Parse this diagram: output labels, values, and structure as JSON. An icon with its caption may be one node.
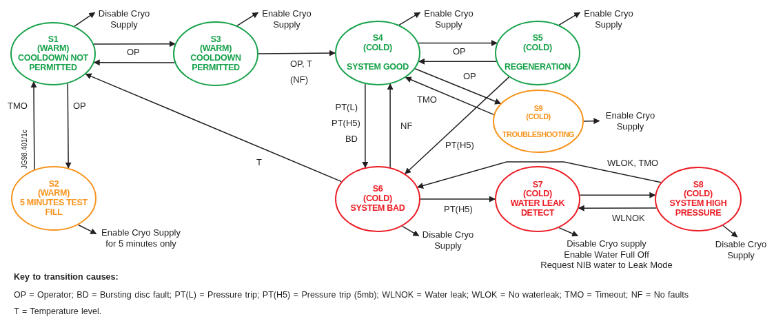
{
  "diagram": {
    "nodes": [
      {
        "text": [
          "S1",
          "(WARM)",
          "COOLDOWN NOT PERMITTED"
        ]
      },
      {
        "text": [
          "S3",
          "(WARM)",
          "COOLDOWN PERMITTED"
        ]
      },
      {
        "text": [
          "S4",
          "(COLD)",
          "SYSTEM GOOD"
        ]
      },
      {
        "text": [
          "S5",
          "(COLD)",
          "REGENERATION"
        ]
      },
      {
        "text": [
          "S9",
          "(COLD)",
          "TROUBLESHOOTING"
        ]
      },
      {
        "text": [
          "S2",
          "(WARM)",
          "5 MINUTES TEST FILL"
        ]
      },
      {
        "text": [
          "S6",
          "(COLD)",
          "SYSTEM BAD"
        ]
      },
      {
        "text": [
          "S7",
          "(COLD)",
          "WATER LEAK DETECT"
        ]
      },
      {
        "text": [
          "S8",
          "(COLD)",
          "SYSTEM HIGH PRESSURE"
        ]
      },
      {
        "text": [
          "Disable Cryo Supply"
        ]
      },
      {
        "text": [
          "Enable Cryo Supply"
        ]
      },
      {
        "text": [
          "Enable Cryo Supply"
        ]
      },
      {
        "text": [
          "Enable Cryo Supply"
        ]
      },
      {
        "text": [
          "Enable Cryo Supply"
        ]
      },
      {
        "text": [
          "Enable Cryo Supply for 5 minutes only"
        ]
      },
      {
        "text": [
          "Disable Cryo Supply"
        ]
      },
      {
        "text": [
          "Disable Cryo supply",
          "Enable Water Full Off",
          "Request NIB water to Leak Mode"
        ]
      },
      {
        "text": [
          "Disable Cryo Supply"
        ]
      }
    ],
    "edges": [
      {
        "from": 0,
        "to": 1,
        "arrow": "to"
      },
      {
        "from": 1,
        "to": 0,
        "arrow": "to",
        "label": "OP"
      },
      {
        "from": 1,
        "to": 2,
        "arrow": "to",
        "label": "OP, T (NF)"
      },
      {
        "from": 2,
        "to": 3,
        "arrow": "to"
      },
      {
        "from": 3,
        "to": 2,
        "arrow": "to",
        "label": "OP"
      },
      {
        "from": 2,
        "to": 4,
        "arrow": "to",
        "label": "OP"
      },
      {
        "from": 4,
        "to": 2,
        "arrow": "to",
        "label": "TMO"
      },
      {
        "from": 2,
        "to": 6,
        "arrow": "to",
        "label": "PT(L) PT(H5) BD"
      },
      {
        "from": 6,
        "to": 2,
        "arrow": "to",
        "label": "NF"
      },
      {
        "from": 3,
        "to": 6,
        "arrow": "to",
        "label": "PT(H5)"
      },
      {
        "from": 6,
        "to": 0,
        "arrow": "to",
        "label": "T"
      },
      {
        "from": 0,
        "to": 5,
        "arrow": "to",
        "label": "OP"
      },
      {
        "from": 5,
        "to": 0,
        "arrow": "to",
        "label": "TMO"
      },
      {
        "from": 6,
        "to": 7,
        "arrow": "to",
        "label": "PT(H5)"
      },
      {
        "from": 7,
        "to": 8,
        "arrow": "to"
      },
      {
        "from": 8,
        "to": 7,
        "arrow": "to",
        "label": "WLNOK"
      },
      {
        "from": 8,
        "to": 6,
        "arrow": "to",
        "label": "WLOK, TMO"
      },
      {
        "from": 0,
        "to": 9,
        "arrow": "to"
      },
      {
        "from": 1,
        "to": 10,
        "arrow": "to"
      },
      {
        "from": 2,
        "to": 11,
        "arrow": "to"
      },
      {
        "from": 3,
        "to": 12,
        "arrow": "to"
      },
      {
        "from": 4,
        "to": 13,
        "arrow": "to"
      },
      {
        "from": 5,
        "to": 14,
        "arrow": "to"
      },
      {
        "from": 6,
        "to": 15,
        "arrow": "to"
      },
      {
        "from": 7,
        "to": 16,
        "arrow": "to"
      },
      {
        "from": 8,
        "to": 17,
        "arrow": "to"
      }
    ],
    "labels": [
      "JG98.401/1c",
      "Key to transition causes:",
      "OP = Operator; BD = Bursting disc fault; PT(L) = Pressure trip; PT(H5) = Pressure trip (5mb); WLNOK = Water leak; WLOK = No waterleak; TMO = Timeout; NF = No faults",
      "T = Temperature level."
    ]
  }
}
